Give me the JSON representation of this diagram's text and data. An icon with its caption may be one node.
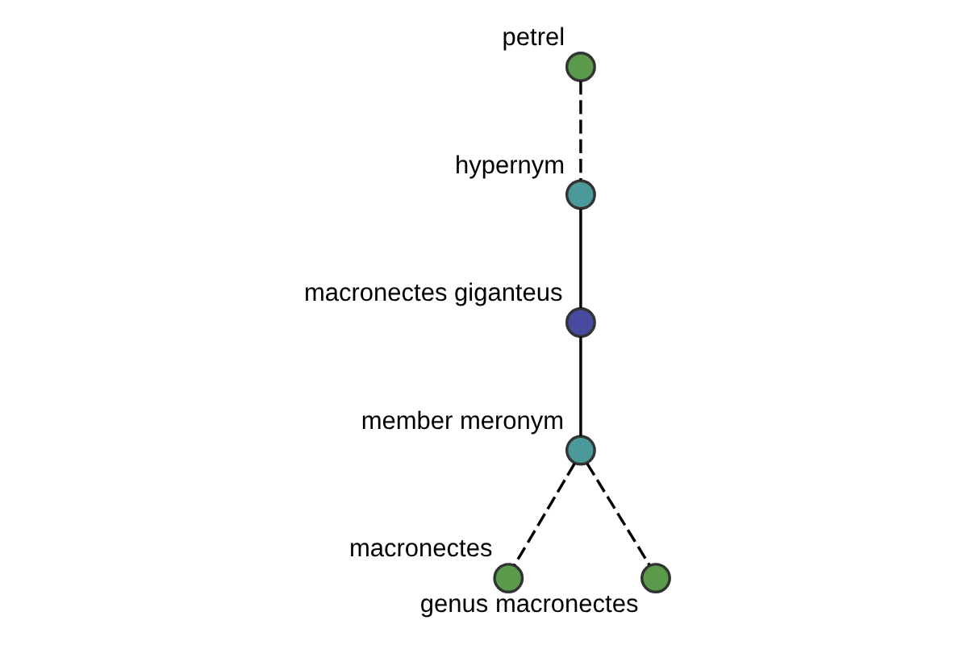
{
  "diagram": {
    "nodes": [
      {
        "text": [
          "petrel"
        ]
      },
      {
        "text": [
          "hypernym"
        ]
      },
      {
        "text": [
          "macronectes giganteus"
        ]
      },
      {
        "text": [
          "member meronym"
        ]
      },
      {
        "text": [
          "macronectes"
        ]
      },
      {
        "text": [
          "genus macronectes"
        ]
      }
    ],
    "edges": [
      {
        "from": 0,
        "to": 1,
        "arrow": "none",
        "style": "dashed"
      },
      {
        "from": 1,
        "to": 2,
        "arrow": "none"
      },
      {
        "from": 2,
        "to": 3,
        "arrow": "none"
      },
      {
        "from": 3,
        "to": 4,
        "arrow": "none",
        "style": "dashed"
      },
      {
        "from": 3,
        "to": 5,
        "arrow": "none",
        "style": "dashed"
      }
    ]
  }
}
